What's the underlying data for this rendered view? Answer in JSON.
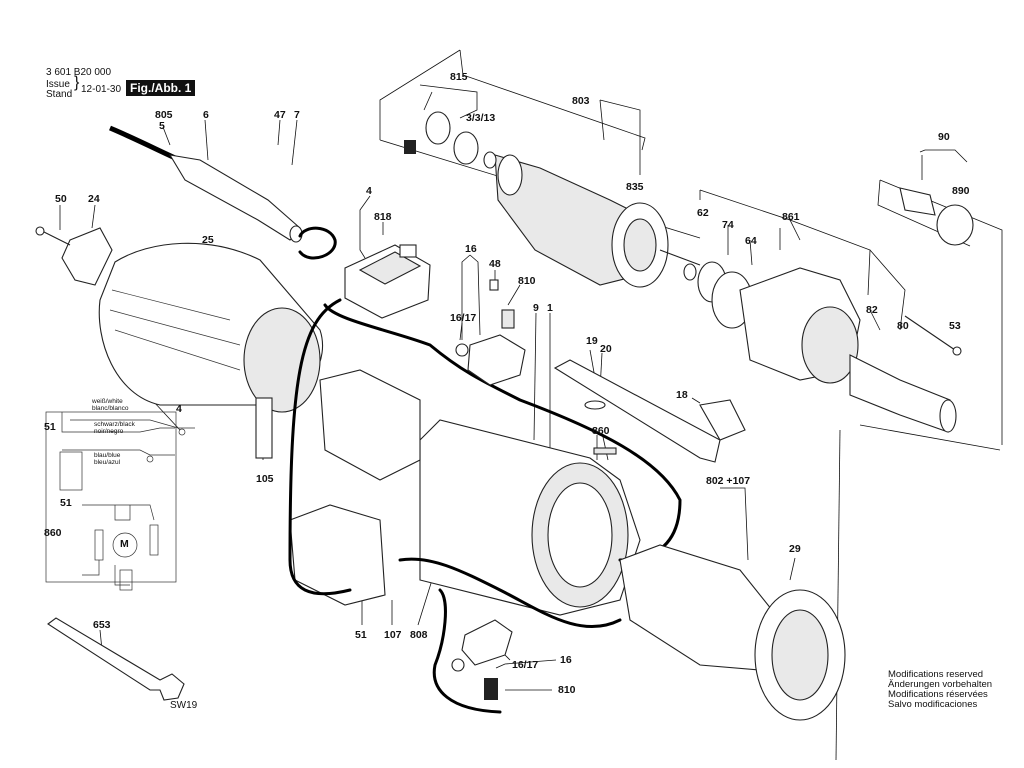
{
  "header": {
    "part_number": "3 601 B20 000",
    "issue_label": "Issue",
    "stand_label": "Stand",
    "date": "12-01-30",
    "figure": "Fig./Abb. 1"
  },
  "callouts": {
    "c815": "815",
    "c803": "803",
    "c3313": "3/3/13",
    "c805": "805",
    "c5": "5",
    "c6": "6",
    "c47": "47",
    "c7": "7",
    "c4a": "4",
    "c818": "818",
    "c835": "835",
    "c90": "90",
    "c890": "890",
    "c50": "50",
    "c24": "24",
    "c25": "25",
    "c62": "62",
    "c74": "74",
    "c64": "64",
    "c861": "861",
    "c16a": "16",
    "c48": "48",
    "c810a": "810",
    "c1617a": "16/17",
    "c9": "9",
    "c1": "1",
    "c82": "82",
    "c80": "80",
    "c53": "53",
    "c19": "19",
    "c20": "20",
    "c18": "18",
    "c860a": "860",
    "c4b": "4",
    "c51a": "51",
    "c51b": "51",
    "c860b": "860",
    "c105": "105",
    "c802": "802 +107",
    "c29": "29",
    "c653": "653",
    "csw19": "SW19",
    "c51c": "51",
    "c107": "107",
    "c808": "808",
    "c1617b": "16/17",
    "c16b": "16",
    "c810b": "810"
  },
  "wiring": {
    "white": "weiß/white",
    "white2": "blanc/blanco",
    "black": "schwarz/black",
    "black2": "noir/negro",
    "blue": "blau/blue",
    "blue2": "bleu/azul",
    "motor": "M"
  },
  "footer": {
    "line1": "Modifications reserved",
    "line2": "Änderungen vorbehalten",
    "line3": "Modifications réservées",
    "line4": "Salvo modificaciones"
  }
}
